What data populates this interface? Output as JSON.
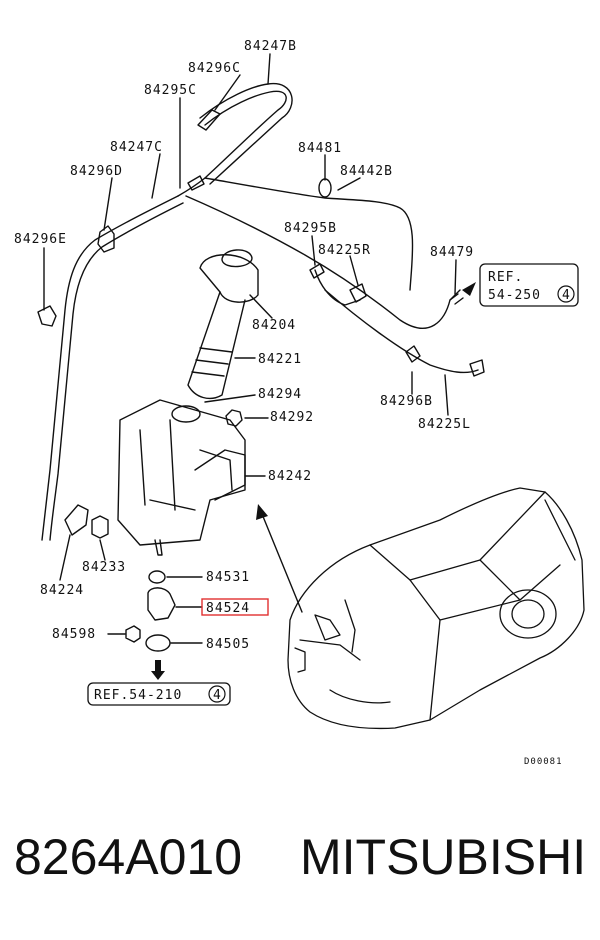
{
  "diagram": {
    "labels": {
      "l84247B": "84247B",
      "l84296C": "84296C",
      "l84295C": "84295C",
      "l84247C": "84247C",
      "l84296D": "84296D",
      "l84481": "84481",
      "l84442B": "84442B",
      "l84296E": "84296E",
      "l84295B": "84295B",
      "l84225R": "84225R",
      "l84479": "84479",
      "l84204": "84204",
      "l84221": "84221",
      "l84294": "84294",
      "l84292": "84292",
      "l84296B": "84296B",
      "l84225L": "84225L",
      "l84242": "84242",
      "l84233": "84233",
      "l84224": "84224",
      "l84531": "84531",
      "l84524": "84524",
      "l84598": "84598",
      "l84505": "84505",
      "drawing_code": "D00081"
    },
    "ref_top": {
      "line1": "REF.",
      "line2": "54-250",
      "circled": "4"
    },
    "ref_bottom": {
      "text": "REF.54-210",
      "circled": "4"
    },
    "highlight_color": "#e03030"
  },
  "footer": {
    "part_number": "8264A010",
    "brand": "MITSUBISHI"
  }
}
